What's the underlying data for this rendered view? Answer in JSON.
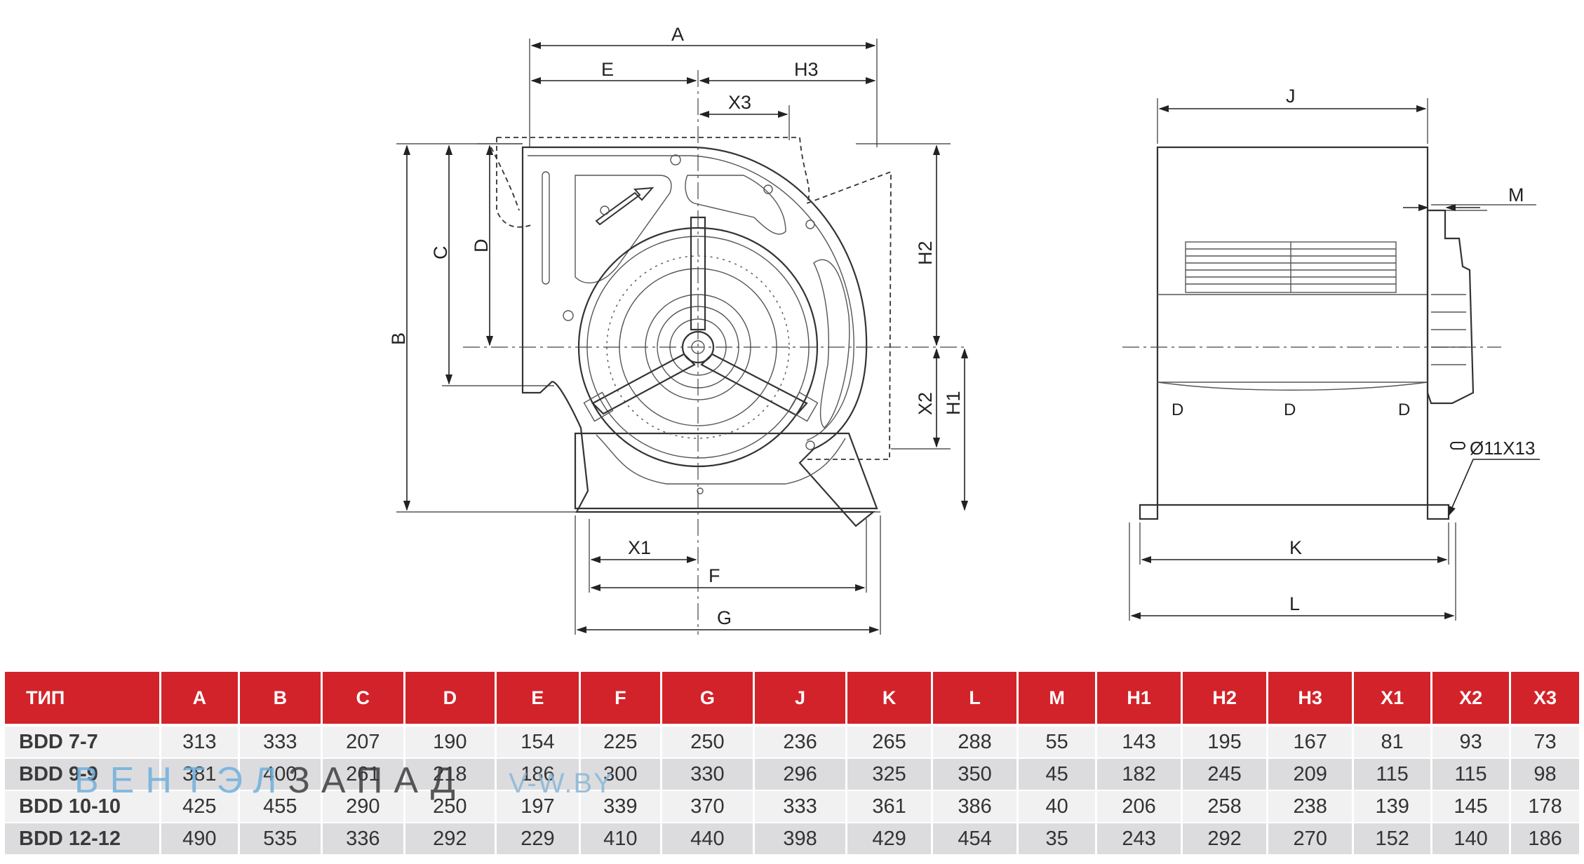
{
  "front_view": {
    "dimensions": {
      "A": "A",
      "E": "E",
      "H3": "H3",
      "X3": "X3",
      "B": "B",
      "C": "C",
      "D": "D",
      "H2": "H2",
      "X2": "X2",
      "H1": "H1",
      "X1": "X1",
      "F": "F",
      "G": "G"
    }
  },
  "side_view": {
    "dimensions": {
      "J": "J",
      "M": "M",
      "K": "K",
      "L": "L",
      "hole": "Ø11X13"
    }
  },
  "table": {
    "headers": [
      "ТИП",
      "A",
      "B",
      "C",
      "D",
      "E",
      "F",
      "G",
      "J",
      "K",
      "L",
      "M",
      "H1",
      "H2",
      "H3",
      "X1",
      "X2",
      "X3"
    ],
    "rows": [
      [
        "BDD 7-7",
        "313",
        "333",
        "207",
        "190",
        "154",
        "225",
        "250",
        "236",
        "265",
        "288",
        "55",
        "143",
        "195",
        "167",
        "81",
        "93",
        "73"
      ],
      [
        "BDD 9-9",
        "381",
        "400",
        "261",
        "218",
        "186",
        "300",
        "330",
        "296",
        "325",
        "350",
        "45",
        "182",
        "245",
        "209",
        "115",
        "115",
        "98"
      ],
      [
        "BDD 10-10",
        "425",
        "455",
        "290",
        "250",
        "197",
        "339",
        "370",
        "333",
        "361",
        "386",
        "40",
        "206",
        "258",
        "238",
        "139",
        "145",
        "178"
      ],
      [
        "BDD 12-12",
        "490",
        "535",
        "336",
        "292",
        "229",
        "410",
        "440",
        "398",
        "429",
        "454",
        "35",
        "243",
        "292",
        "270",
        "152",
        "140",
        "186"
      ]
    ]
  },
  "watermark": {
    "part1": "ВЕНТЭЛ",
    "part2": "ЗАПАД",
    "part3": "V-W.BY"
  },
  "colors": {
    "header_bg": "#d2232a",
    "row_light": "#f1f1f2",
    "row_dark": "#dcdcdf"
  }
}
